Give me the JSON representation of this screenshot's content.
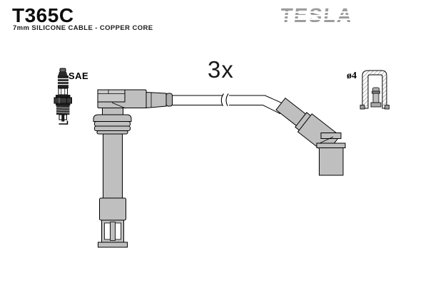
{
  "product": {
    "code": "T365C",
    "description": "7mm SILICONE CABLE - COPPER CORE"
  },
  "brand": {
    "name": "TESLA",
    "logo_color": "#9c9c9c"
  },
  "diagram": {
    "quantity_label": "3x",
    "spark_plug_standard_label": "SAE",
    "connector_diameter_label": "ø4",
    "colors": {
      "background": "#ffffff",
      "outline": "#000000",
      "boot_fill": "#bfbfbf"
    },
    "icons": [
      "spark-plug-icon",
      "ignition-lead-icon",
      "connector-cross-section-icon"
    ]
  }
}
